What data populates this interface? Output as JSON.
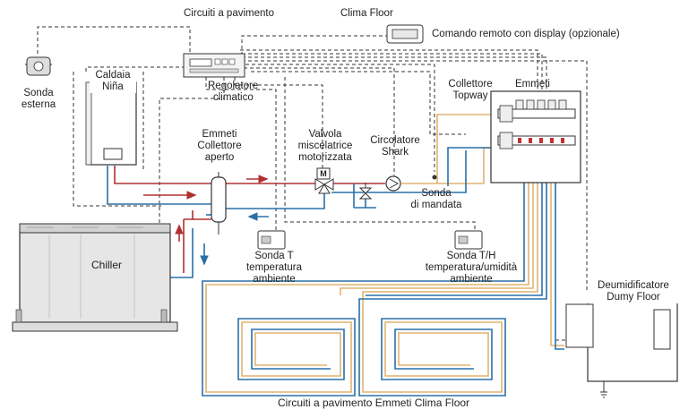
{
  "labels": {
    "circuiti_top": "Circuiti a pavimento",
    "clima_floor": "Clima Floor",
    "comando_remoto": "Comando remoto con display (opzionale)",
    "sonda_esterna_1": "Sonda",
    "sonda_esterna_2": "esterna",
    "caldaia_1": "Caldaia",
    "caldaia_2": "Niña",
    "regolatore_1": "Regolatore",
    "regolatore_2": "climatico",
    "emmeti_coll_1": "Emmeti",
    "emmeti_coll_2": "Collettore",
    "emmeti_coll_3": "aperto",
    "valvola_1": "Valvola",
    "valvola_2": "miscelatrice",
    "valvola_3": "motorizzata",
    "valve_m": "M",
    "circolatore_1": "Circolatore",
    "circolatore_2": "Shark",
    "collettore_1": "Collettore",
    "collettore_2": "Topway",
    "emmeti_right": "Emmeti",
    "sonda_mandata_1": "Sonda",
    "sonda_mandata_2": "di mandata",
    "chiller": "Chiller",
    "sonda_t_1": "Sonda T",
    "sonda_t_2": "temperatura",
    "sonda_t_3": "ambiente",
    "sonda_th_1": "Sonda T/H",
    "sonda_th_2": "temperatura/umidità",
    "sonda_th_3": "ambiente",
    "deum_1": "Deumidificatore",
    "deum_2": "Dumy Floor",
    "circuiti_bottom": "Circuiti a pavimento Emmeti Clima Floor"
  },
  "colors": {
    "hot_pipe": "#b03030",
    "cold_pipe": "#2a70a8",
    "floor_pipe": "#e0b470",
    "floor_pipe_blue": "#2a70a8",
    "dashed_wire": "#333333",
    "outline": "#333333",
    "chiller_fill": "#e6e6e6"
  },
  "icons": {
    "valve": "mixing-valve-icon",
    "pump": "circulator-pump-icon",
    "probe": "temperature-probe-icon",
    "ground": "ground-symbol-icon"
  }
}
